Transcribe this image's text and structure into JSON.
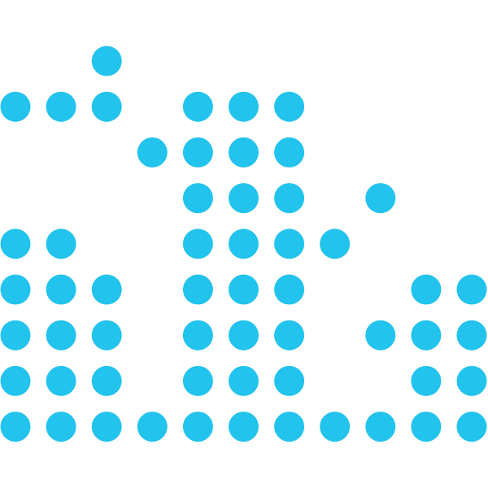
{
  "colors": {
    "background": "#ffffff",
    "dot": "#22c3ec"
  },
  "dot_matrix": {
    "columns": 11,
    "rows": 9,
    "cells": [
      [
        2,
        0
      ],
      [
        0,
        1
      ],
      [
        1,
        1
      ],
      [
        2,
        1
      ],
      [
        4,
        1
      ],
      [
        5,
        1
      ],
      [
        6,
        1
      ],
      [
        3,
        2
      ],
      [
        4,
        2
      ],
      [
        5,
        2
      ],
      [
        6,
        2
      ],
      [
        4,
        3
      ],
      [
        5,
        3
      ],
      [
        6,
        3
      ],
      [
        8,
        3
      ],
      [
        0,
        4
      ],
      [
        1,
        4
      ],
      [
        4,
        4
      ],
      [
        5,
        4
      ],
      [
        6,
        4
      ],
      [
        7,
        4
      ],
      [
        0,
        5
      ],
      [
        1,
        5
      ],
      [
        2,
        5
      ],
      [
        4,
        5
      ],
      [
        5,
        5
      ],
      [
        6,
        5
      ],
      [
        9,
        5
      ],
      [
        10,
        5
      ],
      [
        0,
        6
      ],
      [
        1,
        6
      ],
      [
        2,
        6
      ],
      [
        4,
        6
      ],
      [
        5,
        6
      ],
      [
        6,
        6
      ],
      [
        8,
        6
      ],
      [
        9,
        6
      ],
      [
        10,
        6
      ],
      [
        0,
        7
      ],
      [
        1,
        7
      ],
      [
        2,
        7
      ],
      [
        4,
        7
      ],
      [
        5,
        7
      ],
      [
        6,
        7
      ],
      [
        9,
        7
      ],
      [
        10,
        7
      ],
      [
        0,
        8
      ],
      [
        1,
        8
      ],
      [
        2,
        8
      ],
      [
        3,
        8
      ],
      [
        4,
        8
      ],
      [
        5,
        8
      ],
      [
        6,
        8
      ],
      [
        7,
        8
      ],
      [
        8,
        8
      ],
      [
        9,
        8
      ],
      [
        10,
        8
      ]
    ]
  }
}
